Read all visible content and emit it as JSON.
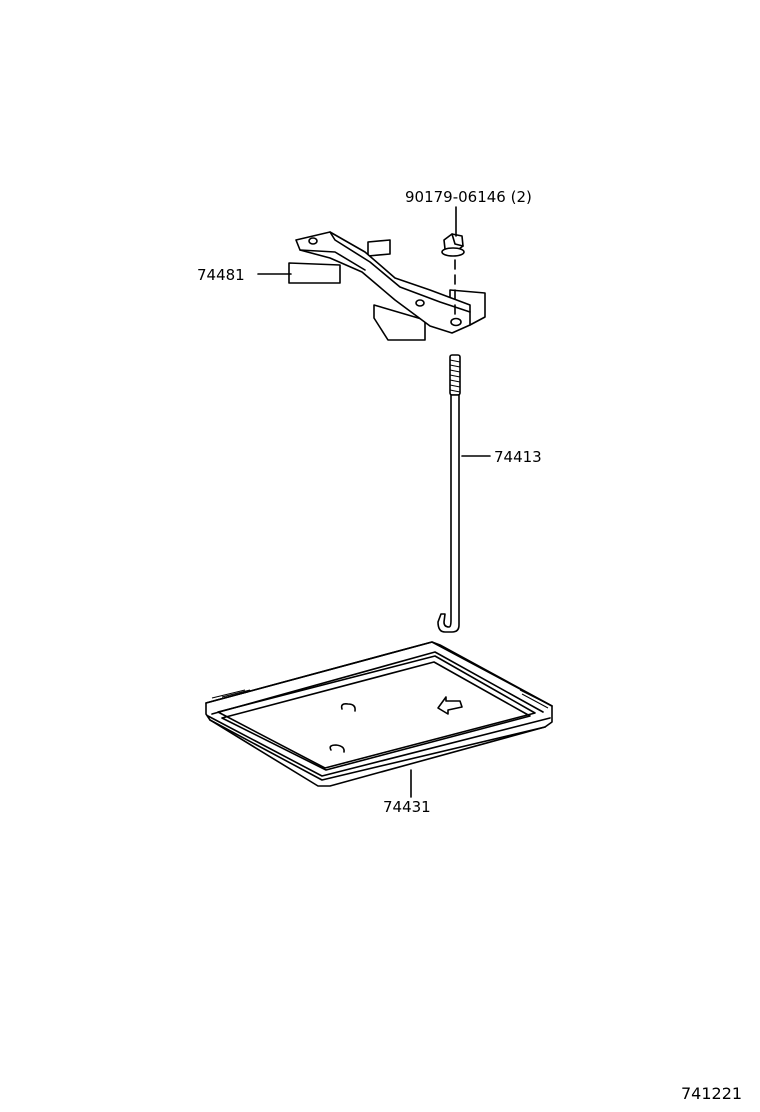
{
  "labels": {
    "bolt": "90179-06146 (2)",
    "clamp": "74481",
    "rod": "74413",
    "tray": "74431",
    "figure_number": "741221"
  }
}
